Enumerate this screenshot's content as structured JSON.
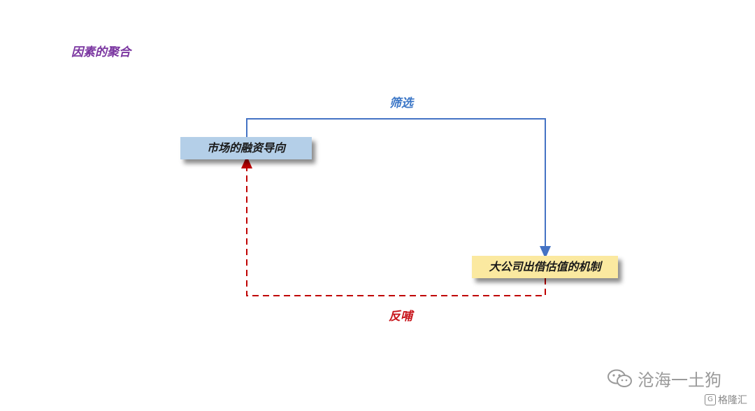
{
  "title": "因素的聚合",
  "nodes": {
    "market": "市场的融资导向",
    "mechanism": "大公司出借估值的机制"
  },
  "edges": {
    "filter": "筛选",
    "feedback": "反哺"
  },
  "colors": {
    "filter_arrow": "#4472c4",
    "feedback_arrow": "#c00000"
  },
  "watermark": {
    "text": "沧海一土狗",
    "icon": "wechat-icon",
    "corner_text": "格隆汇",
    "corner_icon": "G"
  }
}
